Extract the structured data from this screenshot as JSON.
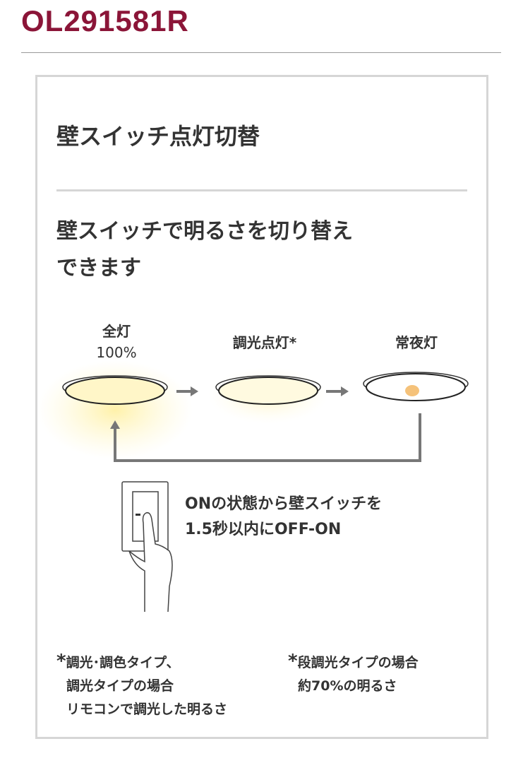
{
  "model": "OL291581R",
  "heading": "壁スイッチ点灯切替",
  "lead": [
    "壁スイッチで明るさを切り替え",
    "できます"
  ],
  "modes": [
    {
      "label": "全灯",
      "sub": "100%"
    },
    {
      "label": "調光点灯*"
    },
    {
      "label": "常夜灯"
    }
  ],
  "instruction": [
    "ONの状態から壁スイッチを",
    "1.5秒以内にOFF-ON"
  ],
  "notes": [
    {
      "mark": "*",
      "lines": [
        "調光･調色タイプ、",
        "調光タイプの場合",
        "リモコンで調光した明るさ"
      ]
    },
    {
      "mark": "*",
      "lines": [
        "段調光タイプの場合",
        "約70%の明るさ"
      ]
    }
  ],
  "colors": {
    "brand": "#8b1538",
    "arrow": "#777777",
    "glow": "#fff3b0",
    "nightlight": "#f5c27a"
  }
}
